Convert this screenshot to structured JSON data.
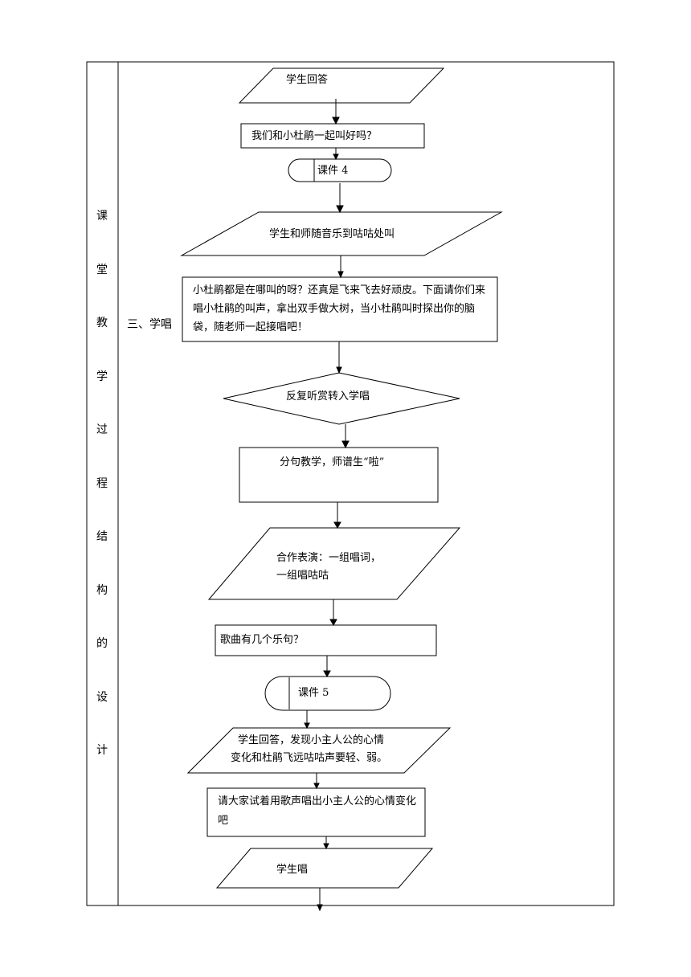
{
  "side_column": {
    "chars": [
      "课",
      "堂",
      "教",
      "学",
      "过",
      "程",
      "结",
      "构",
      "的",
      "设",
      "计"
    ]
  },
  "section_label": "三、学唱",
  "flow": {
    "n1": "学生回答",
    "n2": "我们和小杜鹃一起叫好吗？",
    "n3": "课件 4",
    "n4": "学生和师随音乐到咕咕处叫",
    "n5": "小杜鹃都是在哪叫的呀？还真是飞来飞去好顽皮。下面请你们来唱小杜鹃的叫声，拿出双手做大树，当小杜鹃叫时探出你的脑袋，随老师一起接唱吧！",
    "n6": "反复听赏转入学唱",
    "n7": "分句教学，师谱生“啦”",
    "n8_line1": "合作表演：一组唱词，",
    "n8_line2": "一组唱咕咕",
    "n9": "歌曲有几个乐句？",
    "n10": "课件 5",
    "n11_line1": "学生回答，发现小主人公的心情",
    "n11_line2": "变化和杜鹃飞远咕咕声要轻、弱。",
    "n12": "请大家试着用歌声唱出小主人公的心情变化吧",
    "n13": "学生唱"
  }
}
